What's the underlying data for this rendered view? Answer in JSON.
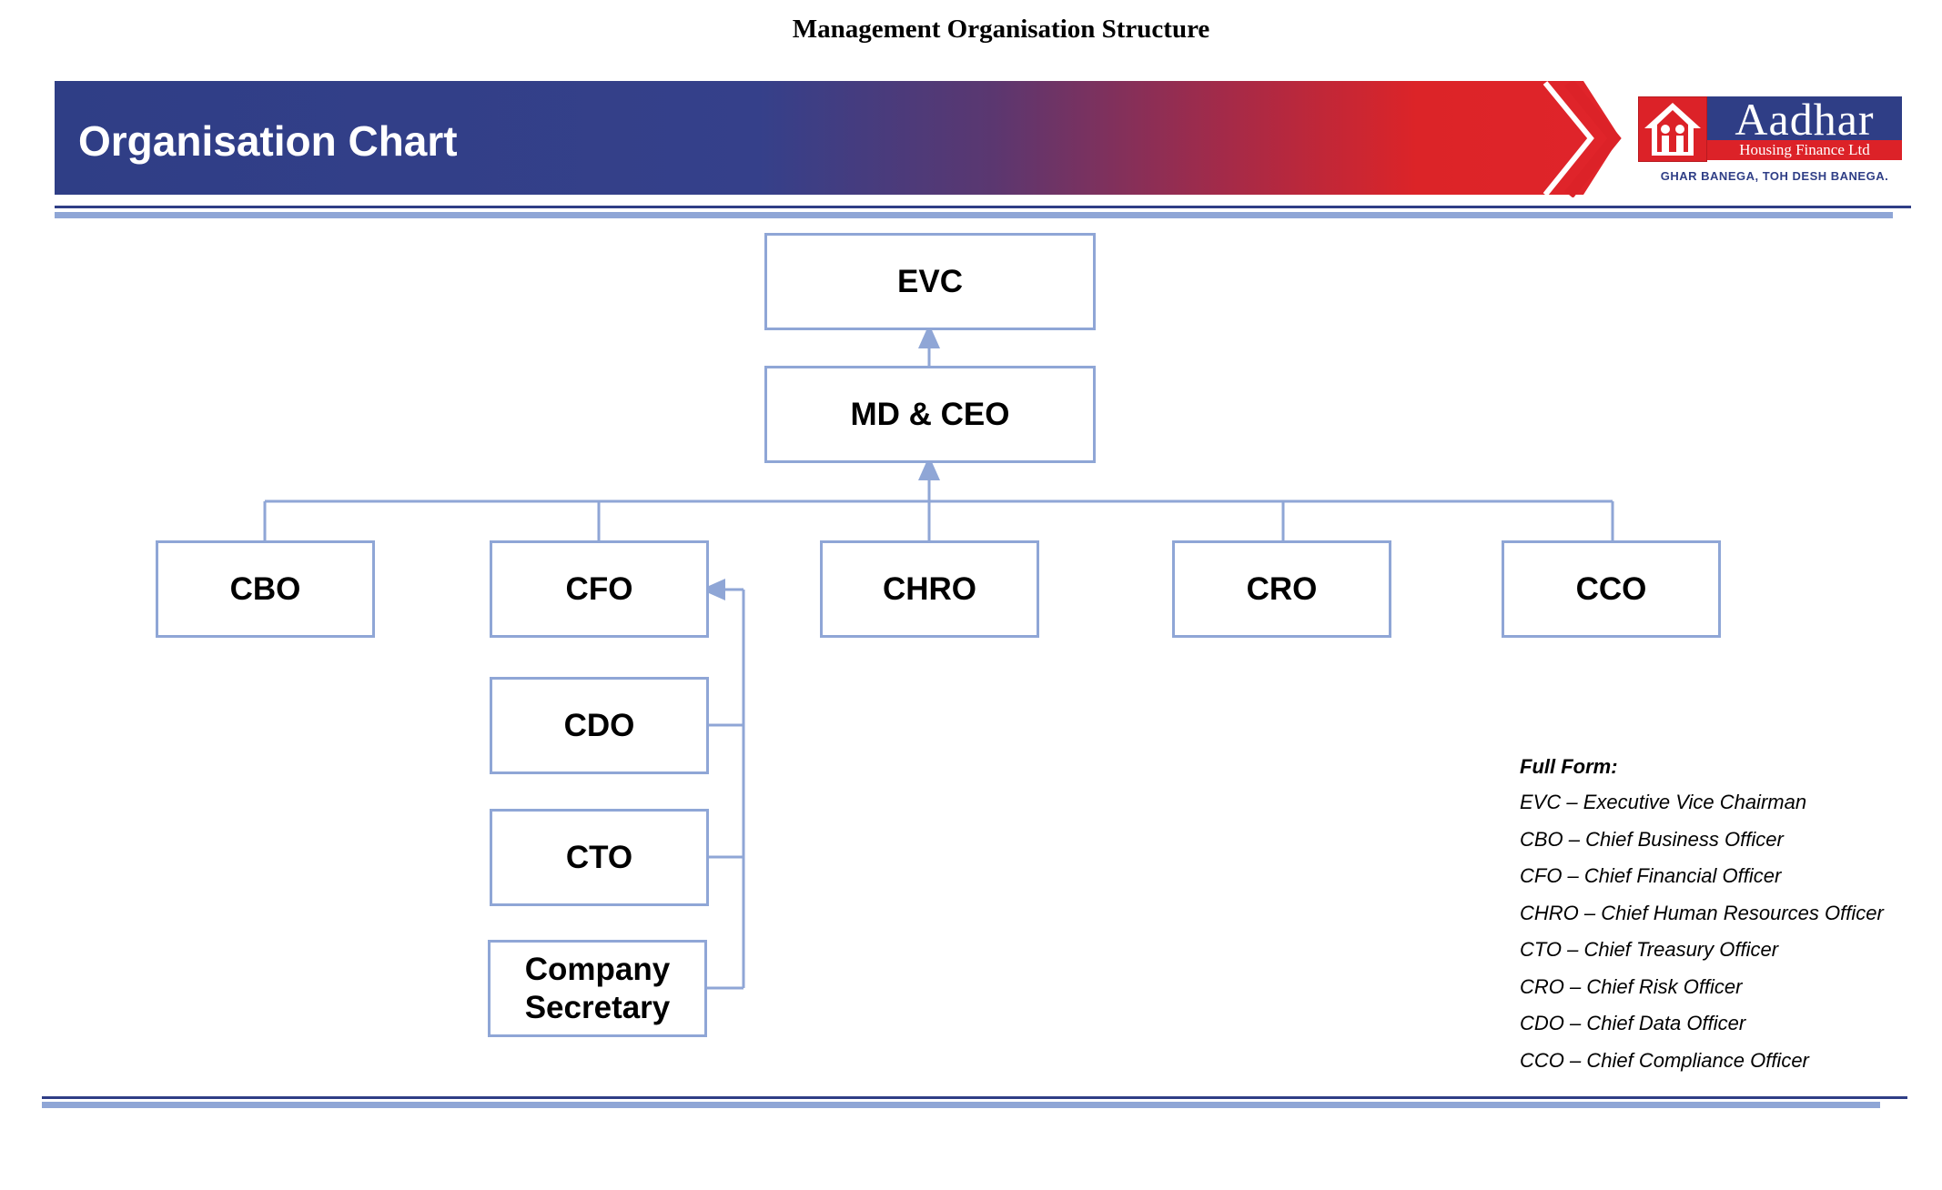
{
  "document_title": "Management Organisation Structure",
  "banner": {
    "title": "Organisation Chart"
  },
  "brand": {
    "name": "Aadhar",
    "subtitle": "Housing Finance Ltd",
    "tagline": "GHAR BANEGA, TOH DESH BANEGA.",
    "colors": {
      "blue": "#2f3e86",
      "red": "#dc2228"
    }
  },
  "chart": {
    "top": {
      "evc": "EVC",
      "md_ceo": "MD & CEO"
    },
    "direct_reports": [
      "CBO",
      "CFO",
      "CHRO",
      "CRO",
      "CCO"
    ],
    "cfo_reports": [
      "CDO",
      "CTO",
      "Company Secretary"
    ],
    "box_border_color": "#8fa6d6"
  },
  "legend": {
    "heading": "Full Form:",
    "items": [
      "EVC – Executive Vice Chairman",
      "CBO – Chief Business Officer",
      "CFO – Chief Financial Officer",
      "CHRO – Chief Human Resources Officer",
      "CTO – Chief Treasury Officer",
      "CRO – Chief Risk Officer",
      "CDO – Chief Data Officer",
      "CCO – Chief Compliance Officer"
    ]
  }
}
